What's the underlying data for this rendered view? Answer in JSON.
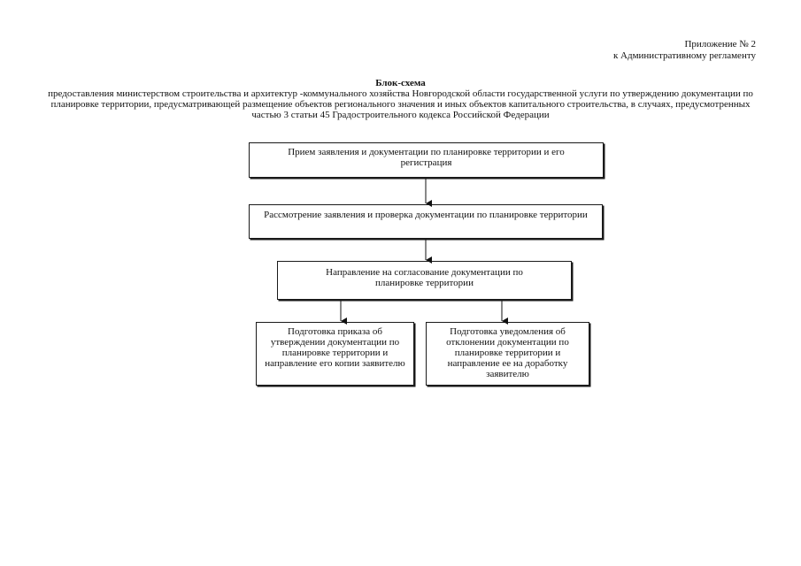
{
  "appendix": {
    "line1": "Приложение № 2",
    "line2": "к Административному регламенту"
  },
  "title": "Блок-схема",
  "subtitle": "предоставления министерством строительства и   архитектур   -коммунального хозяйства Новгородской области государственной услуги по утверждению документации по планировке территории, предусматривающей размещение объектов регионального значения и иных объектов капитального строительства, в случаях, предусмотренных частью 3 статьи 45 Градостроительного кодекса Российской Федерации",
  "flowchart": {
    "step1": "Прием заявления и документации по планировке территории и его регистрация",
    "step2": "Рассмотрение заявления и проверка документации по планировке территории",
    "step3": "Направление на согласование документации по планировке территории",
    "step4a": "Подготовка приказа об утверждении документации по планировке территории и направление его копии заявителю",
    "step4b": "Подготовка уведомления об отклонении документации по планировке территории и направление ее на доработку заявителю"
  }
}
